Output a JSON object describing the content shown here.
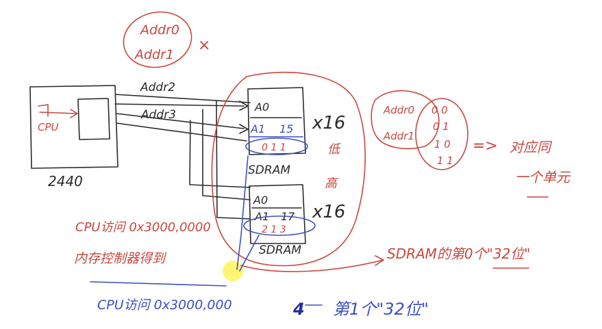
{
  "colors": {
    "background": "#ffffff",
    "ink_black": "#2a2a2a",
    "ink_red": "#c9463d",
    "ink_blue": "#3b4fc4",
    "ink_navy": "#1f2f9c",
    "cursor_highlight": "#fff35a"
  },
  "top_note": {
    "line1": "Addr0",
    "line2": "Addr1",
    "mark": "×"
  },
  "soc": {
    "label": "2440",
    "cpu_label": "CPU"
  },
  "bus": {
    "line1": "Addr2",
    "line2": "Addr3"
  },
  "sdram1": {
    "pin_a0": "A0",
    "pin_a1": "A1",
    "bits_range": "15",
    "bits_example": "0 1 1",
    "chip_label": "SDRAM",
    "width": "x16",
    "position": "低"
  },
  "sdram2": {
    "pin_a0": "A0",
    "pin_a1": "A1",
    "bits_range": "17",
    "bits_example": "2 1 3",
    "chip_label": "SDRAM",
    "width": "x16",
    "position": "高"
  },
  "right_note": {
    "addr0": "Addr0",
    "addr1": "Addr1",
    "combos": [
      "0 0",
      "0 1",
      "1 0",
      "1 1"
    ],
    "arrow": "=>",
    "result_line1": "对应同",
    "result_line2": "一个单元"
  },
  "notes": {
    "red_line1": "CPU访问 0x3000,0000",
    "red_line2": "内存控制器得到",
    "red_result": "SDRAM的第0个\"32位\"",
    "blue_line": "CPU访问 0x3000,000",
    "blue_digit": "4",
    "blue_result": "第1个\"32位\""
  }
}
